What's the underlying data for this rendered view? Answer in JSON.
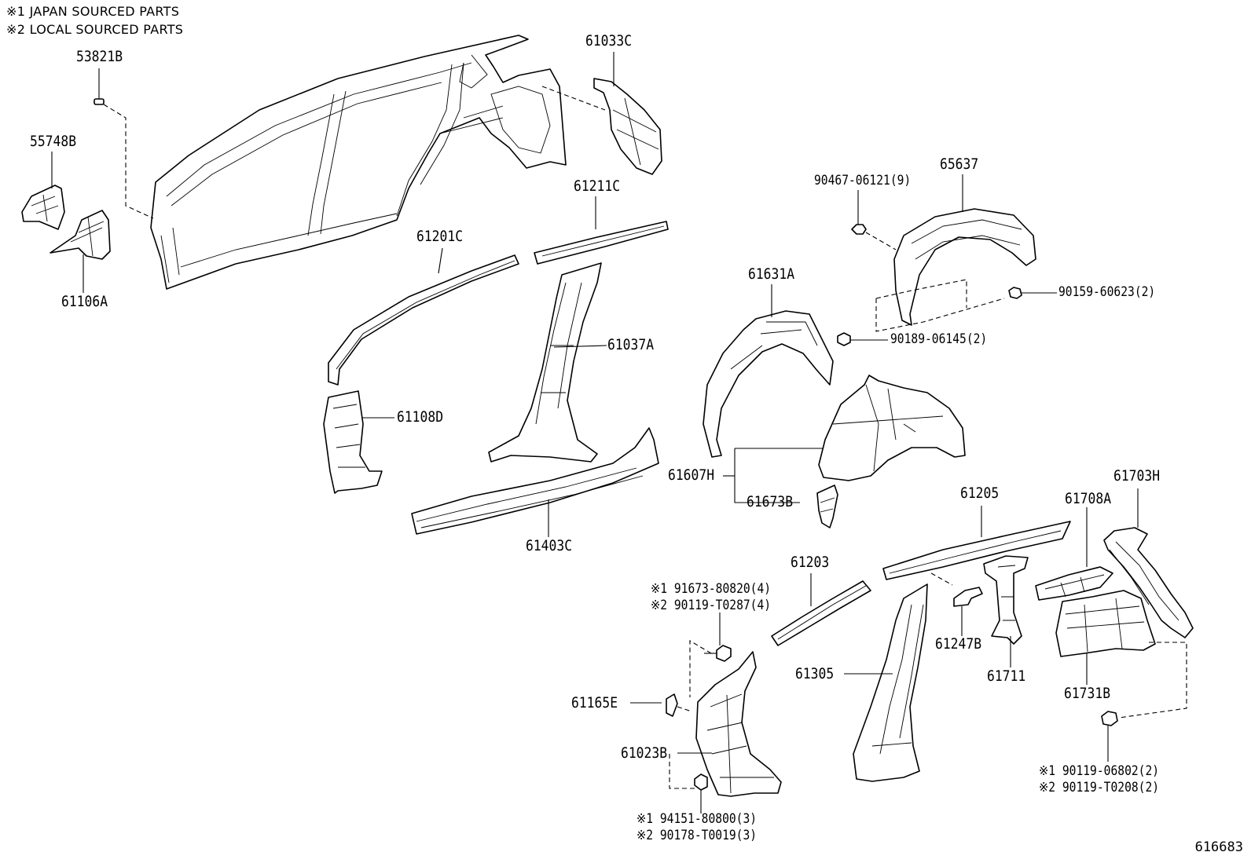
{
  "notes": {
    "line1": "※1 JAPAN SOURCED PARTS",
    "line2": "※2 LOCAL SOURCED PARTS"
  },
  "labels": {
    "p53821B": "53821B",
    "p55748B": "55748B",
    "p61106A": "61106A",
    "p61033C": "61033C",
    "p61211C": "61211C",
    "p61201C": "61201C",
    "p61037A": "61037A",
    "p61108D": "61108D",
    "p61403C": "61403C",
    "p90467": "90467-06121(9)",
    "p65637": "65637",
    "p90159": "90159-60623(2)",
    "p90189": "90189-06145(2)",
    "p61631A": "61631A",
    "p61607H": "61607H",
    "p61673B": "61673B",
    "p61205": "61205",
    "p61703H": "61703H",
    "p61708A": "61708A",
    "p61203": "61203",
    "p91673": "※1 91673-80820(4)",
    "p90119T0287": "※2 90119-T0287(4)",
    "p61247B": "61247B",
    "p61711": "61711",
    "p61731B": "61731B",
    "p61305": "61305",
    "p61165E": "61165E",
    "p61023B": "61023B",
    "p90119_06802": "※1 90119-06802(2)",
    "p90119_T0208": "※2 90119-T0208(2)",
    "p94151": "※1 94151-80800(3)",
    "p90178": "※2 90178-T0019(3)"
  },
  "ref_number": "616683"
}
